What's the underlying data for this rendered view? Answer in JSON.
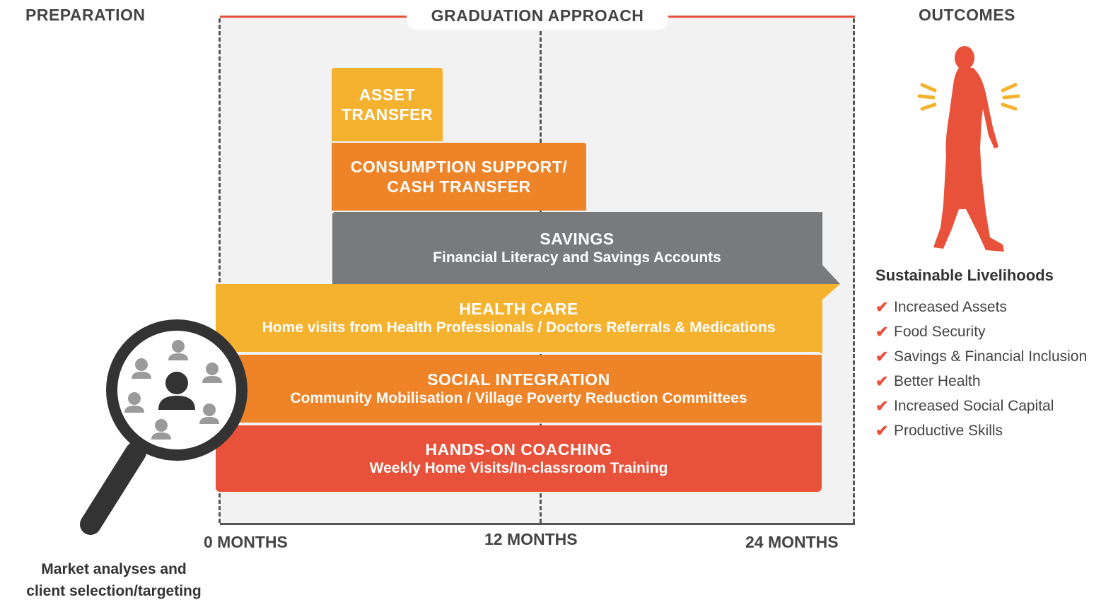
{
  "headers": {
    "preparation": "PREPARATION",
    "graduation": "GRADUATION APPROACH",
    "outcomes": "OUTCOMES"
  },
  "blocks": {
    "asset": {
      "title_line1": "ASSET",
      "title_line2": "TRANSFER",
      "color": "#f5b22f"
    },
    "consumption": {
      "title_line1": "CONSUMPTION SUPPORT/",
      "title_line2": "CASH TRANSFER",
      "color": "#ef8327"
    },
    "savings": {
      "title": "SAVINGS",
      "subtitle": "Financial Literacy and Savings Accounts",
      "color": "#797a7c"
    },
    "health": {
      "title": "HEALTH CARE",
      "subtitle": "Home visits from Health Professionals / Doctors Referrals & Medications",
      "color": "#f5b22f"
    },
    "social": {
      "title": "SOCIAL INTEGRATION",
      "subtitle": "Community Mobilisation / Village Poverty Reduction Committees",
      "color": "#ef8327"
    },
    "coaching": {
      "title": "HANDS-ON COACHING",
      "subtitle": "Weekly Home Visits/In-classroom Training",
      "color": "#e8513a"
    }
  },
  "timeline": {
    "start": "0 MONTHS",
    "mid": "12 MONTHS",
    "end": "24 MONTHS"
  },
  "preparation_caption": {
    "line1": "Market analyses and",
    "line2": "client selection/targeting"
  },
  "outcomes": {
    "title": "Sustainable Livelihoods",
    "items": [
      "Increased Assets",
      "Food Security",
      "Savings & Financial Inclusion",
      "Better Health",
      "Increased Social Capital",
      "Productive Skills"
    ],
    "check_glyph": "✔"
  },
  "colors": {
    "accent": "#e8513a",
    "gold": "#f5b22f",
    "orange": "#ef8327",
    "grey": "#797a7c",
    "magnifier": "#333333"
  },
  "icons": {
    "magnifier": "magnifier-icon",
    "person": "person-icon",
    "woman": "walking-woman-icon",
    "check": "checkmark-icon"
  }
}
